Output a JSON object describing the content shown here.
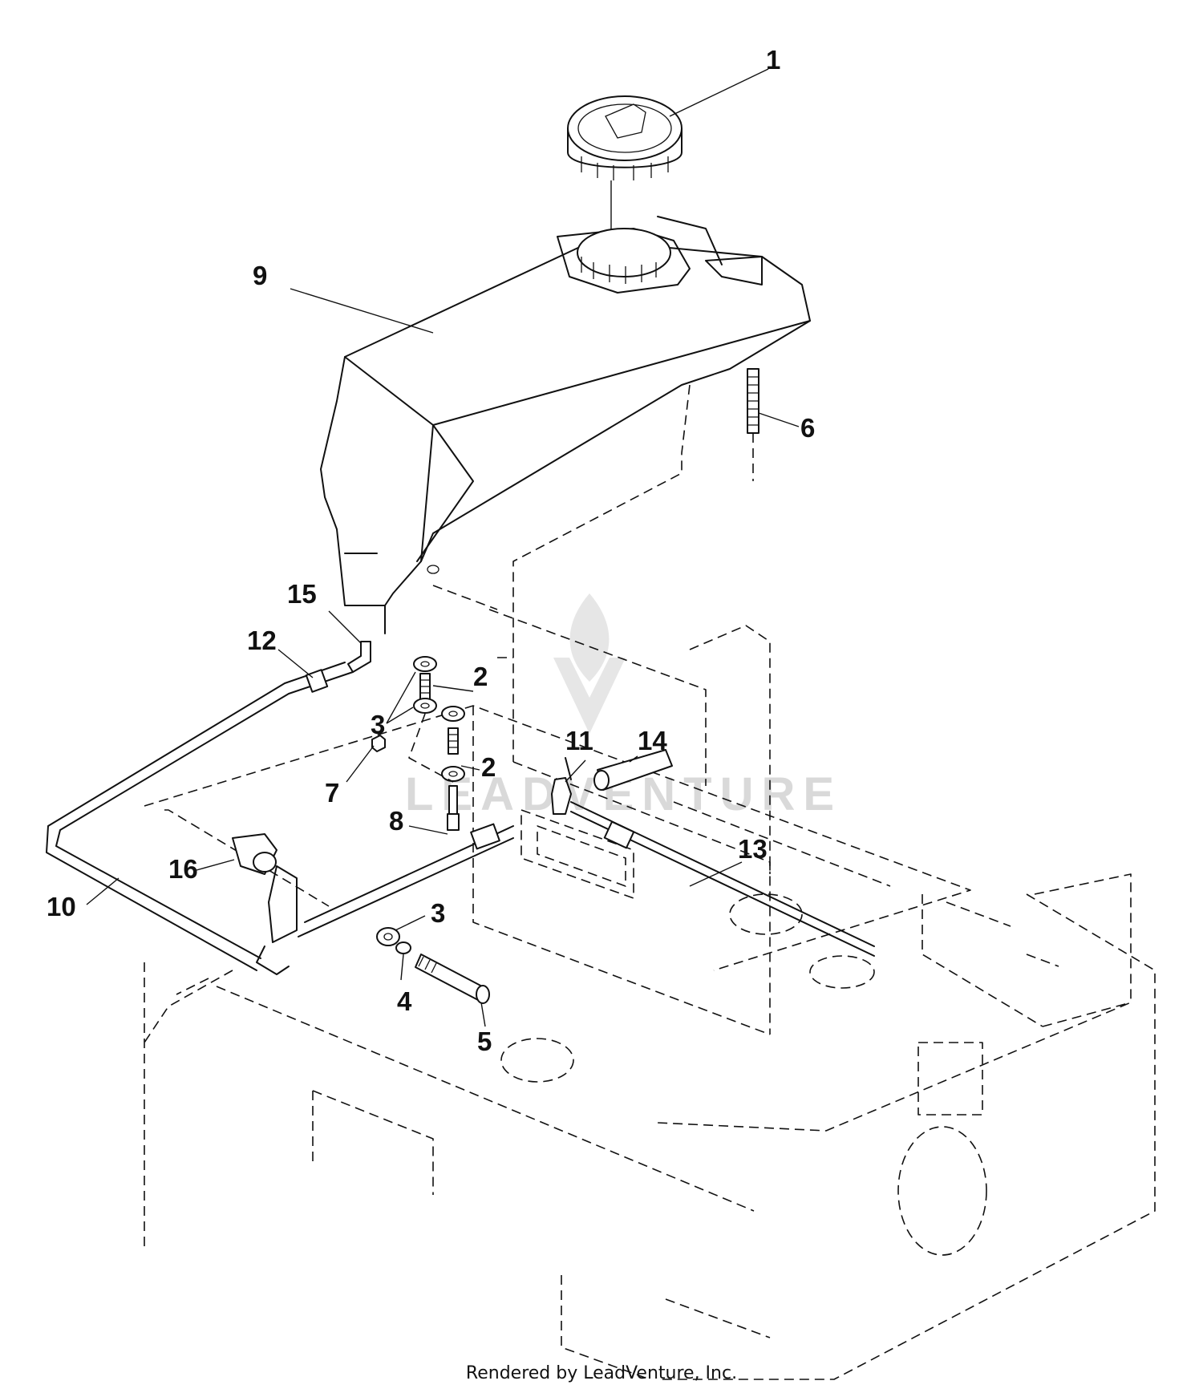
{
  "diagram": {
    "callouts": [
      {
        "id": "c1",
        "label": "1"
      },
      {
        "id": "c9",
        "label": "9"
      },
      {
        "id": "c6",
        "label": "6"
      },
      {
        "id": "c15",
        "label": "15"
      },
      {
        "id": "c12",
        "label": "12"
      },
      {
        "id": "c2a",
        "label": "2"
      },
      {
        "id": "c3a",
        "label": "3"
      },
      {
        "id": "c11",
        "label": "11"
      },
      {
        "id": "c14",
        "label": "14"
      },
      {
        "id": "c2b",
        "label": "2"
      },
      {
        "id": "c7",
        "label": "7"
      },
      {
        "id": "c8",
        "label": "8"
      },
      {
        "id": "c13",
        "label": "13"
      },
      {
        "id": "c16",
        "label": "16"
      },
      {
        "id": "c10",
        "label": "10"
      },
      {
        "id": "c3b",
        "label": "3"
      },
      {
        "id": "c4",
        "label": "4"
      },
      {
        "id": "c5",
        "label": "5"
      }
    ],
    "watermark": "LEADVENTURE"
  },
  "footer": {
    "text": "Rendered by LeadVenture, Inc."
  }
}
